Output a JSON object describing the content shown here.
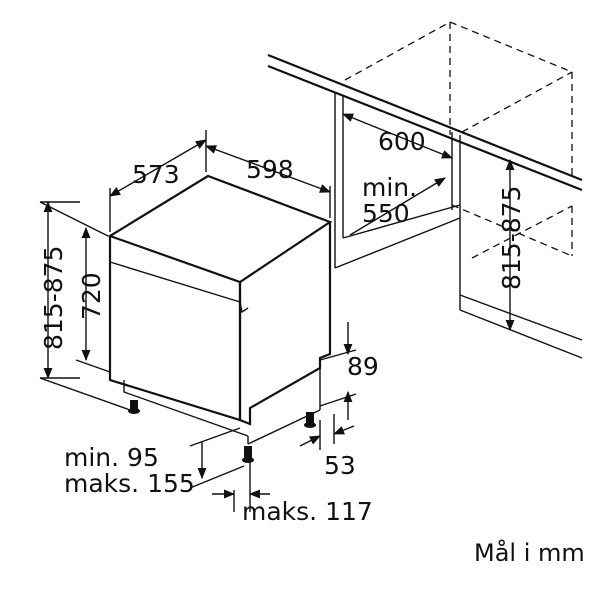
{
  "dimensions": {
    "depth": "573",
    "width": "598",
    "cabinet_width": "600",
    "min_depth_label": "min.",
    "min_depth_value": "550",
    "cabinet_height_range": "815-875",
    "height_range": "815-875",
    "body_height": "720",
    "plinth_height": "89",
    "plinth_depth": "53",
    "foot_min": "min. 95",
    "foot_max": "maks. 155",
    "max_offset": "maks. 117"
  },
  "units_note": "Mål i mm"
}
